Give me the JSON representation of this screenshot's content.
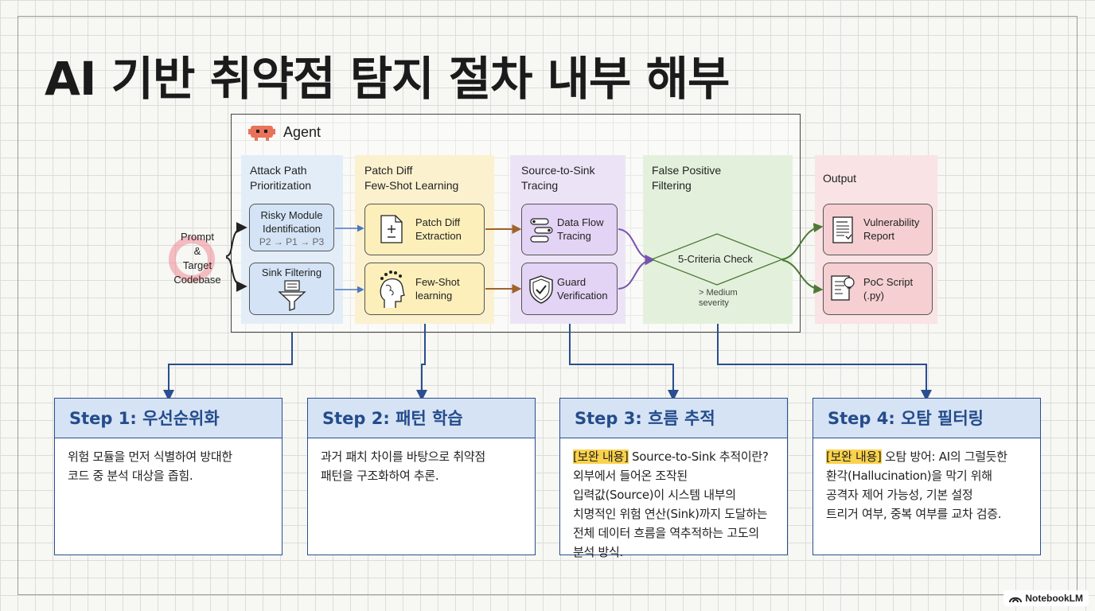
{
  "title": "AI 기반 취약점 탐지 절차 내부 해부",
  "agent": {
    "label": "Agent",
    "icon": "robot-icon"
  },
  "prompt": {
    "line1": "Prompt",
    "line2": "&",
    "line3": "Target",
    "line4": "Codebase"
  },
  "columns": [
    {
      "title_l1": "Attack Path",
      "title_l2": "Prioritization",
      "color": "#e3edf7"
    },
    {
      "title_l1": "Patch Diff",
      "title_l2": "Few-Shot Learning",
      "color": "#fbf1cf"
    },
    {
      "title_l1": "Source-to-Sink",
      "title_l2": "Tracing",
      "color": "#ece4f6"
    },
    {
      "title_l1": "False Positive",
      "title_l2": "Filtering",
      "color": "#e3f1dc"
    },
    {
      "title_l1": "Output",
      "title_l2": "",
      "color": "#f9e3e4"
    }
  ],
  "nodes": {
    "risky": {
      "l1": "Risky Module",
      "l2": "Identification",
      "l3": "P2 → P1 → P3"
    },
    "sink_filter": {
      "l1": "Sink Filtering",
      "icon": "funnel-icon"
    },
    "patch": {
      "l1": "Patch Diff",
      "l2": "Extraction",
      "icon": "diff-document-icon"
    },
    "fewshot": {
      "l1": "Few-Shot",
      "l2": "learning",
      "icon": "brain-head-icon"
    },
    "dataflow": {
      "l1": "Data Flow",
      "l2": "Tracing",
      "icon": "data-flow-icon"
    },
    "guard": {
      "l1": "Guard",
      "l2": "Verification",
      "icon": "shield-check-icon"
    },
    "criteria": {
      "label": "5-Criteria Check",
      "sev_l1": "> Medium",
      "sev_l2": "severity"
    },
    "vuln": {
      "l1": "Vulnerability",
      "l2": "Report",
      "icon": "report-icon"
    },
    "poc": {
      "l1": "PoC Script",
      "l2": "(.py)",
      "icon": "script-icon"
    }
  },
  "steps": [
    {
      "title": "Step 1: 우선순위화",
      "highlight": "",
      "lines": [
        "위험 모듈을 먼저 식별하여 방대한",
        "코드 중 분석 대상을 좁힘."
      ]
    },
    {
      "title": "Step 2: 패턴 학습",
      "highlight": "",
      "lines": [
        "과거 패치 차이를 바탕으로 취약점",
        "패턴을 구조화하여 추론."
      ]
    },
    {
      "title": "Step 3: 흐름 추적",
      "highlight": "[보완 내용]",
      "first_rest": " Source-to-Sink 추적이란?",
      "lines": [
        "외부에서 들어온 조작된",
        "입력값(Source)이 시스템 내부의",
        "치명적인 위험 연산(Sink)까지 도달하는",
        "전체 데이터 흐름을 역추적하는 고도의",
        "분석 방식."
      ]
    },
    {
      "title": "Step 4: 오탐 필터링",
      "highlight": "[보완 내용]",
      "first_rest": " 오탐 방어: AI의 그럴듯한",
      "lines": [
        "환각(Hallucination)을 막기 위해",
        "공격자 제어 가능성, 기본 설정",
        "트리거 여부, 중복 여부를 교차 검증."
      ]
    }
  ],
  "colors": {
    "step_border": "#2a4e8f",
    "step_header": "#d6e3f4",
    "highlight": "#fbd24c",
    "arrow_blue": "#4a78c2",
    "arrow_brown": "#a0632c",
    "arrow_purple": "#7a52b0",
    "arrow_green": "#4c7a36"
  },
  "brand": {
    "label": "NotebookLM",
    "icon": "notebooklm-icon"
  }
}
